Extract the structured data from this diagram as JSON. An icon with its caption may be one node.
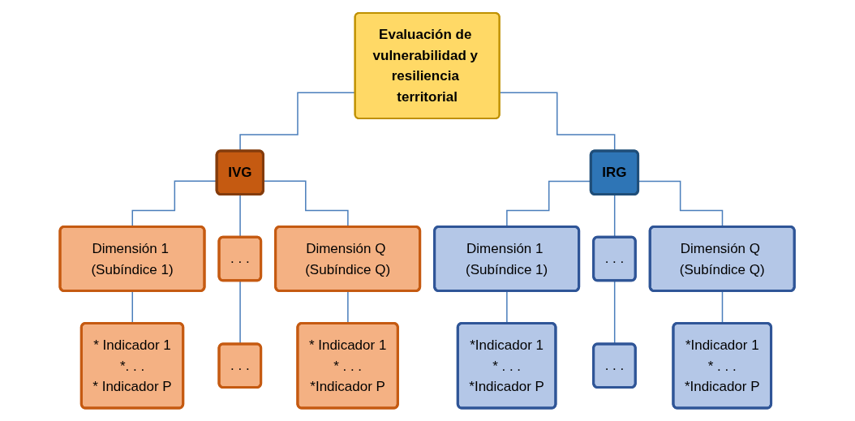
{
  "diagram": {
    "nodes": [
      {
        "text": [
          "Evaluación de vulnerabilidad y resiliencia territorial"
        ]
      },
      {
        "text": [
          "IVG"
        ]
      },
      {
        "text": [
          "IRG"
        ]
      },
      {
        "text": [
          "Dimensión 1 (Subíndice 1)"
        ]
      },
      {
        "text": [
          ". . ."
        ]
      },
      {
        "text": [
          "Dimensión Q (Subíndice Q)"
        ]
      },
      {
        "text": [
          "Dimensión 1 (Subíndice 1)"
        ]
      },
      {
        "text": [
          ". . ."
        ]
      },
      {
        "text": [
          "Dimensión Q (Subíndice Q)"
        ]
      },
      {
        "text": [
          "* Indicador 1",
          "*. . .",
          "* Indicador P"
        ]
      },
      {
        "text": [
          ". . ."
        ]
      },
      {
        "text": [
          "* Indicador 1",
          "* . . .",
          "*Indicador P"
        ]
      },
      {
        "text": [
          "*Indicador 1",
          "* . . .",
          "*Indicador P"
        ]
      },
      {
        "text": [
          ". . ."
        ]
      },
      {
        "text": [
          "*Indicador 1",
          "* . . .",
          "*Indicador P"
        ]
      }
    ],
    "edges": [
      {
        "from": 0,
        "to": 1,
        "arrow": "none"
      },
      {
        "from": 0,
        "to": 2,
        "arrow": "none"
      },
      {
        "from": 1,
        "to": 3,
        "arrow": "none"
      },
      {
        "from": 1,
        "to": 4,
        "arrow": "none"
      },
      {
        "from": 1,
        "to": 5,
        "arrow": "none"
      },
      {
        "from": 2,
        "to": 6,
        "arrow": "none"
      },
      {
        "from": 2,
        "to": 7,
        "arrow": "none"
      },
      {
        "from": 2,
        "to": 8,
        "arrow": "none"
      },
      {
        "from": 3,
        "to": 9,
        "arrow": "none"
      },
      {
        "from": 4,
        "to": 10,
        "arrow": "none"
      },
      {
        "from": 5,
        "to": 11,
        "arrow": "none"
      },
      {
        "from": 6,
        "to": 12,
        "arrow": "none"
      },
      {
        "from": 7,
        "to": 13,
        "arrow": "none"
      },
      {
        "from": 8,
        "to": 14,
        "arrow": "none"
      }
    ]
  }
}
